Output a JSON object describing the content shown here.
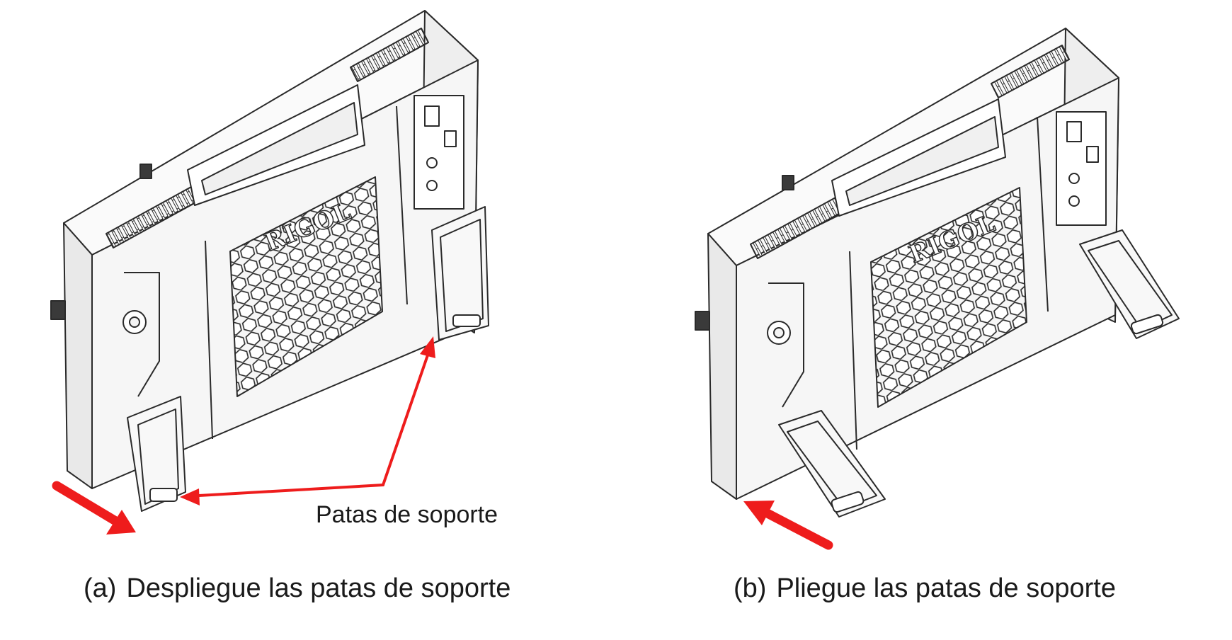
{
  "callout_label": "Patas de soporte",
  "panel_a": {
    "tag": "(a)",
    "caption": "Despliegue las patas de soporte"
  },
  "panel_b": {
    "tag": "(b)",
    "caption": "Pliegue las patas de soporte"
  },
  "logo_text": "RIGOL",
  "colors": {
    "line": "#2a2a2a",
    "fill": "#f4f4f4",
    "arrow": "#ee1c1c"
  }
}
